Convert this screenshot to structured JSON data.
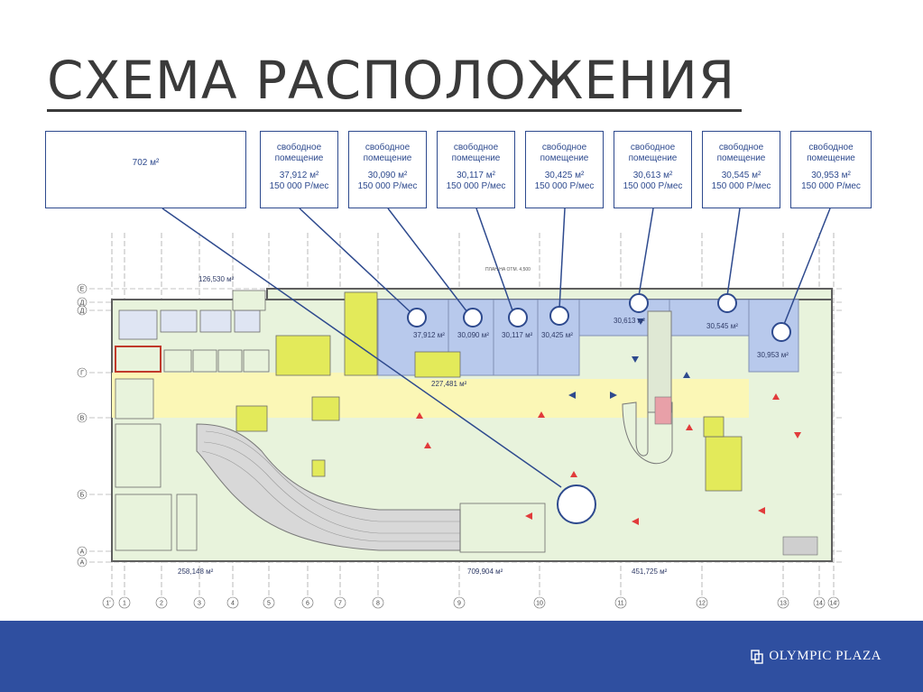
{
  "title": "СХЕМА РАСПОЛОЖЕНИЯ",
  "cards": [
    {
      "line1": "",
      "line2": "",
      "area": "702 м²",
      "price": ""
    },
    {
      "line1": "свободное",
      "line2": "помещение",
      "area": "37,912 м²",
      "price": "150 000 Р/мес"
    },
    {
      "line1": "свободное",
      "line2": "помещение",
      "area": "30,090 м²",
      "price": "150 000 Р/мес"
    },
    {
      "line1": "свободное",
      "line2": "помещение",
      "area": "30,117 м²",
      "price": "150 000 Р/мес"
    },
    {
      "line1": "свободное",
      "line2": "помещение",
      "area": "30,425 м²",
      "price": "150 000 Р/мес"
    },
    {
      "line1": "свободное",
      "line2": "помещение",
      "area": "30,613 м²",
      "price": "150 000 Р/мес"
    },
    {
      "line1": "свободное",
      "line2": "помещение",
      "area": "30,545 м²",
      "price": "150 000 Р/мес"
    },
    {
      "line1": "свободное",
      "line2": "помещение",
      "area": "30,953 м²",
      "price": "150 000 Р/мес"
    }
  ],
  "plan": {
    "areas": {
      "a1": "126,530 м²",
      "a2": "227,481 м²",
      "a3": "258,148 м²",
      "a4": "709,904 м²",
      "a5": "451,725 м²",
      "u1": "37,912 м²",
      "u2": "30,090 м²",
      "u3": "30,117 м²",
      "u4": "30,425 м²",
      "u5": "30,613 м²",
      "u6": "30,545 м²",
      "u7": "30,953 м²"
    },
    "plan_note": "ПЛАН НА ОТМ. 4,500",
    "row_labels": [
      "Е",
      "Д",
      "Д",
      "Г",
      "В",
      "Б",
      "А",
      "А"
    ],
    "col_labels": [
      "1'",
      "1",
      "2",
      "3",
      "4",
      "5",
      "6",
      "7",
      "8",
      "9",
      "10",
      "11",
      "12",
      "13",
      "14",
      "14'"
    ]
  },
  "footer": {
    "brand": "OLYMPIC PLAZA",
    "bg_color": "#2f4fa0"
  }
}
